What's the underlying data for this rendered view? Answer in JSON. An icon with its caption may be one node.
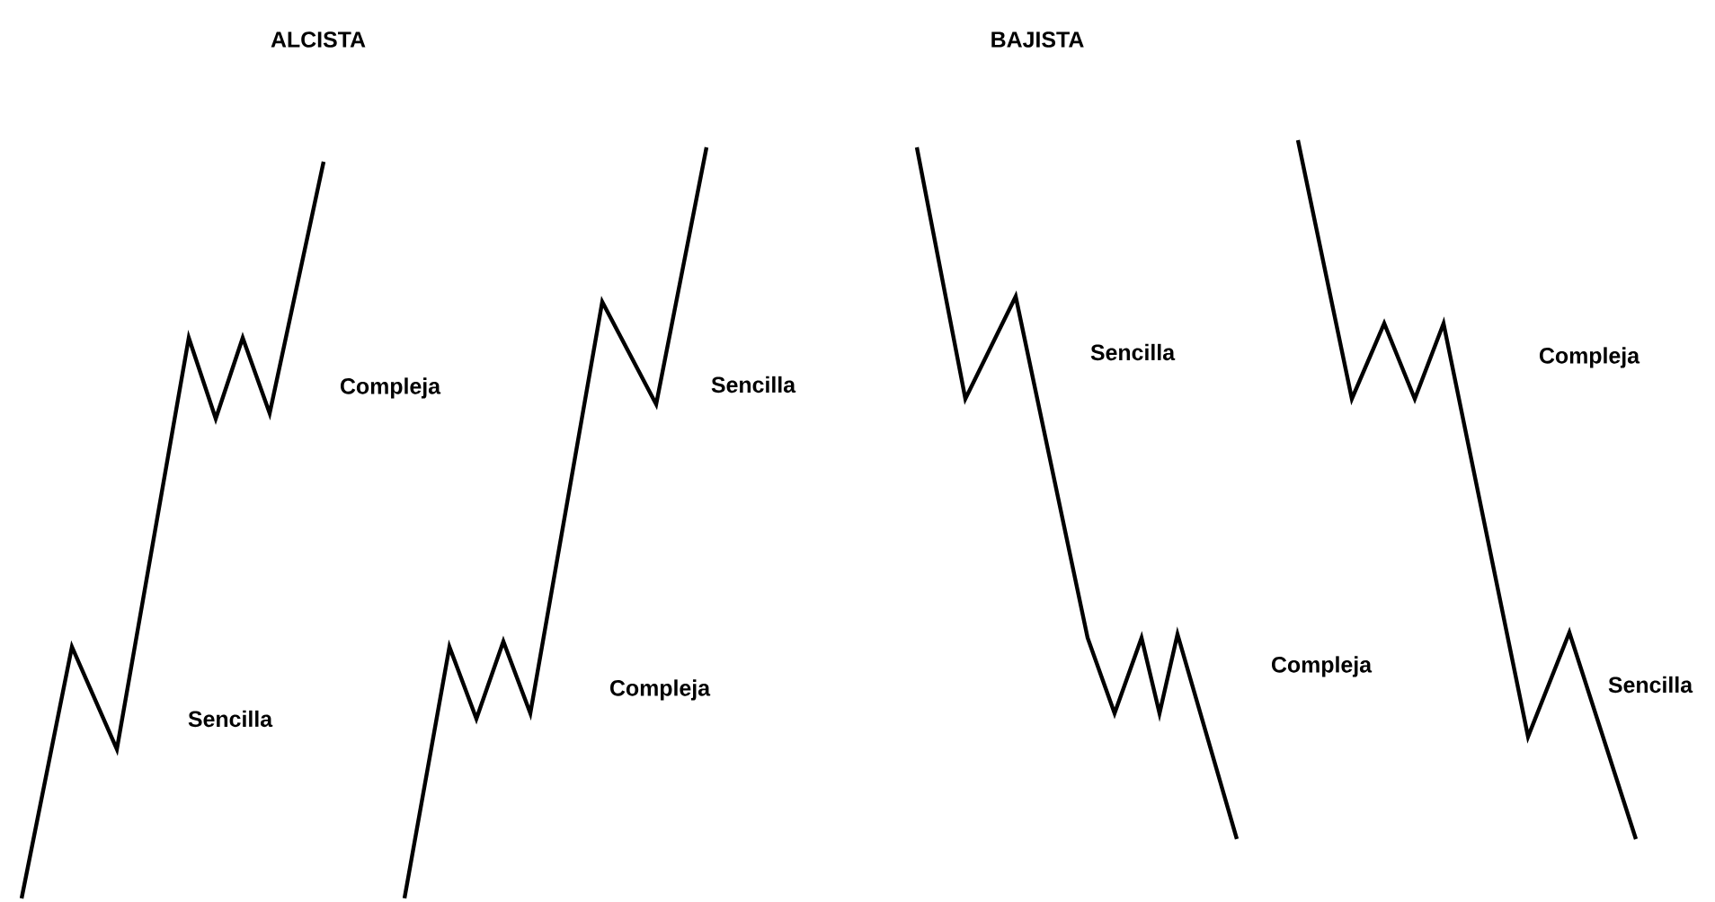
{
  "diagram": {
    "labels": [
      "ALCISTA",
      "BAJISTA",
      "Compleja",
      "Sencilla",
      "Sencilla",
      "Compleja",
      "Sencilla",
      "Compleja",
      "Compleja",
      "Sencilla"
    ]
  }
}
